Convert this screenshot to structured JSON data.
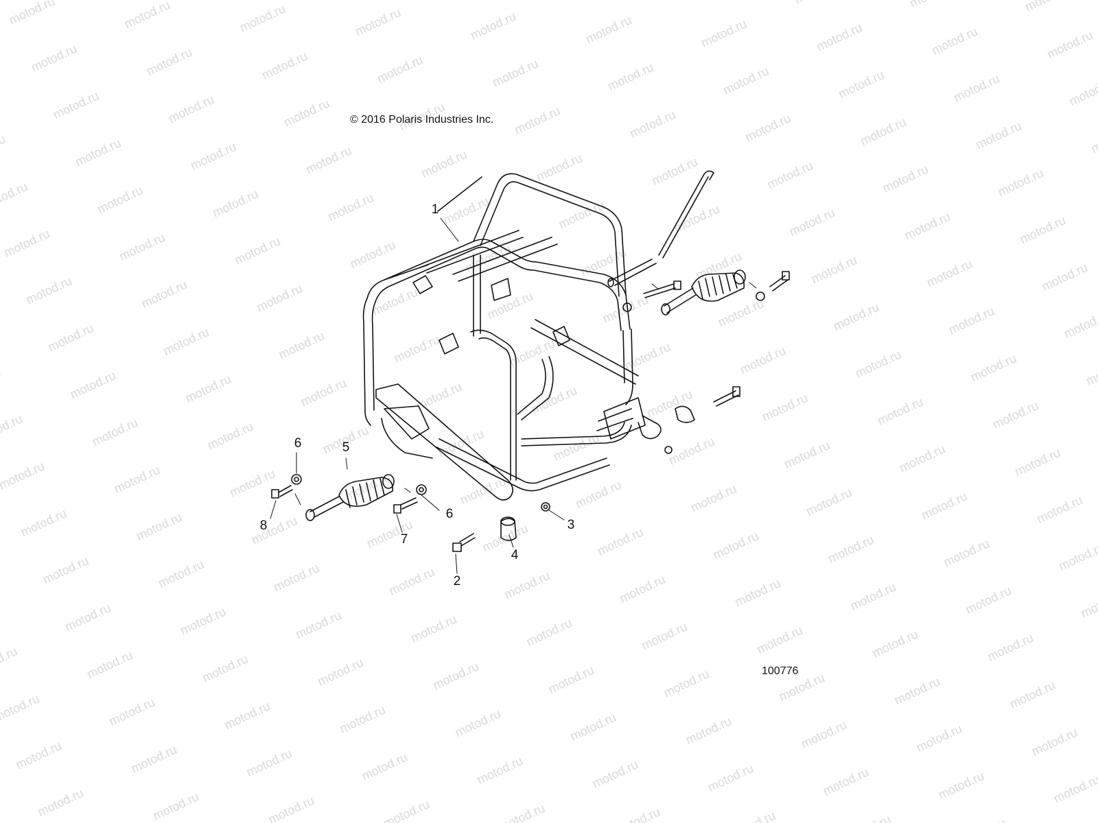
{
  "copyright": "© 2016 Polaris Industries Inc.",
  "figure_id": "100776",
  "watermark_text": "motod.ru",
  "callouts": {
    "c1": "1",
    "c2": "2",
    "c3": "3",
    "c4": "4",
    "c5": "5",
    "c6a": "6",
    "c6b": "6",
    "c7": "7",
    "c8": "8"
  },
  "colors": {
    "line": "#111111",
    "watermark": "#d9d9d9",
    "background": "#ffffff"
  }
}
